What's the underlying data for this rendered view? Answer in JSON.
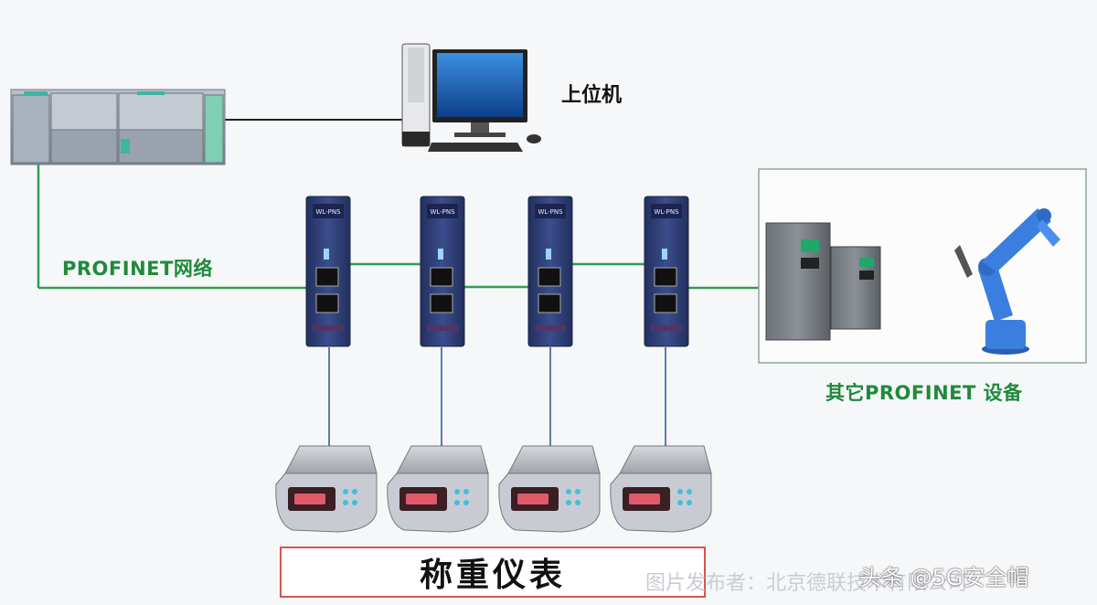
{
  "labels": {
    "host_computer": "上位机",
    "network": "PROFINET网络",
    "other_devices": "其它PROFINET 设备",
    "weighing": "称重仪表"
  },
  "watermark": {
    "publisher": "图片发布者：北京德联技术有限公司",
    "source": "头条 @5G安全帽"
  },
  "gateway_label": "WL-PNS",
  "colors": {
    "network_line": "#2e9e4f",
    "cable": "#5b7fa8",
    "gateway_body": "#2f3f78",
    "robot": "#3a7fe0",
    "red_frame": "#d9534f"
  }
}
